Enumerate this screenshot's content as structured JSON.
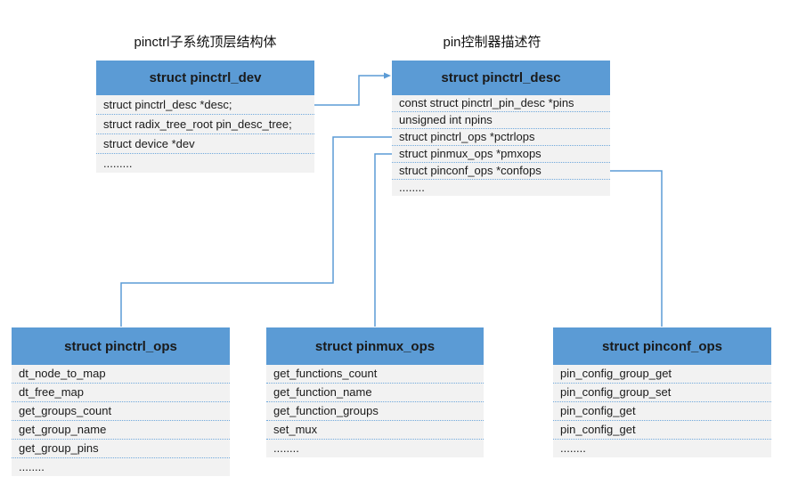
{
  "labels": {
    "pinctrl_dev_caption": "pinctrl子系统顶层结构体",
    "pinctrl_desc_caption": "pin控制器描述符"
  },
  "boxes": {
    "pinctrl_dev": {
      "title": "struct pinctrl_dev",
      "rows": [
        "struct pinctrl_desc *desc;",
        "struct radix_tree_root pin_desc_tree;",
        "struct device *dev",
        "........."
      ]
    },
    "pinctrl_desc": {
      "title": "struct pinctrl_desc",
      "rows": [
        "const struct pinctrl_pin_desc *pins",
        "unsigned int npins",
        "struct pinctrl_ops *pctrlops",
        "struct pinmux_ops *pmxops",
        "struct pinconf_ops *confops",
        "........"
      ]
    },
    "pinctrl_ops": {
      "title": "struct pinctrl_ops",
      "rows": [
        "dt_node_to_map",
        "dt_free_map",
        "get_groups_count",
        "get_group_name",
        "get_group_pins",
        "........"
      ]
    },
    "pinmux_ops": {
      "title": "struct pinmux_ops",
      "rows": [
        "get_functions_count",
        "get_function_name",
        "get_function_groups",
        "set_mux",
        "........"
      ]
    },
    "pinconf_ops": {
      "title": "struct pinconf_ops",
      "rows": [
        "pin_config_group_get",
        "pin_config_group_set",
        "pin_config_get",
        "pin_config_get",
        "........"
      ]
    }
  },
  "colors": {
    "header_bg": "#5b9bd5",
    "connector": "#5b9bd5",
    "divider": "#6fa8dc",
    "row_bg": "#f2f2f2",
    "text": "#1a1a1a"
  }
}
